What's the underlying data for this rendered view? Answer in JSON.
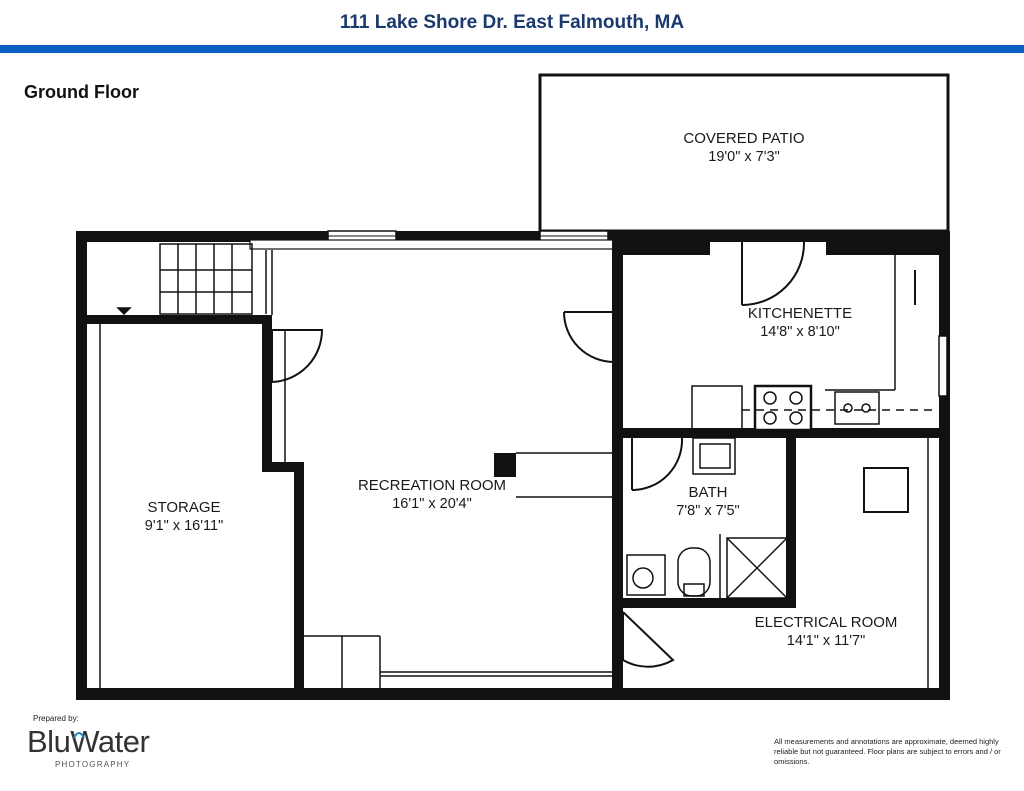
{
  "header": {
    "title": "111 Lake Shore Dr. East Falmouth, MA",
    "accent_color": "#0c5ec4",
    "title_color": "#1a3a6e"
  },
  "floor": {
    "label": "Ground Floor"
  },
  "rooms": {
    "covered_patio": {
      "name": "COVERED PATIO",
      "dims": "19'0\" x 7'3\""
    },
    "kitchenette": {
      "name": "KITCHENETTE",
      "dims": "14'8\" x 8'10\""
    },
    "recreation_room": {
      "name": "RECREATION ROOM",
      "dims": "16'1\" x 20'4\""
    },
    "storage": {
      "name": "STORAGE",
      "dims": "9'1\" x 16'11\""
    },
    "bath": {
      "name": "BATH",
      "dims": "7'8\" x 7'5\""
    },
    "electrical_room": {
      "name": "ELECTRICAL ROOM",
      "dims": "14'1\" x 11'7\""
    }
  },
  "footer": {
    "prepared_by": "Prepared by:",
    "logo_text": "BluWater",
    "logo_subtext": "PHOTOGRAPHY",
    "logo_color": "#1e88c8",
    "disclaimer": "All measurements and annotations are approximate, deemed highly reliable but not guaranteed. Floor plans are subject to errors and / or omissions."
  }
}
